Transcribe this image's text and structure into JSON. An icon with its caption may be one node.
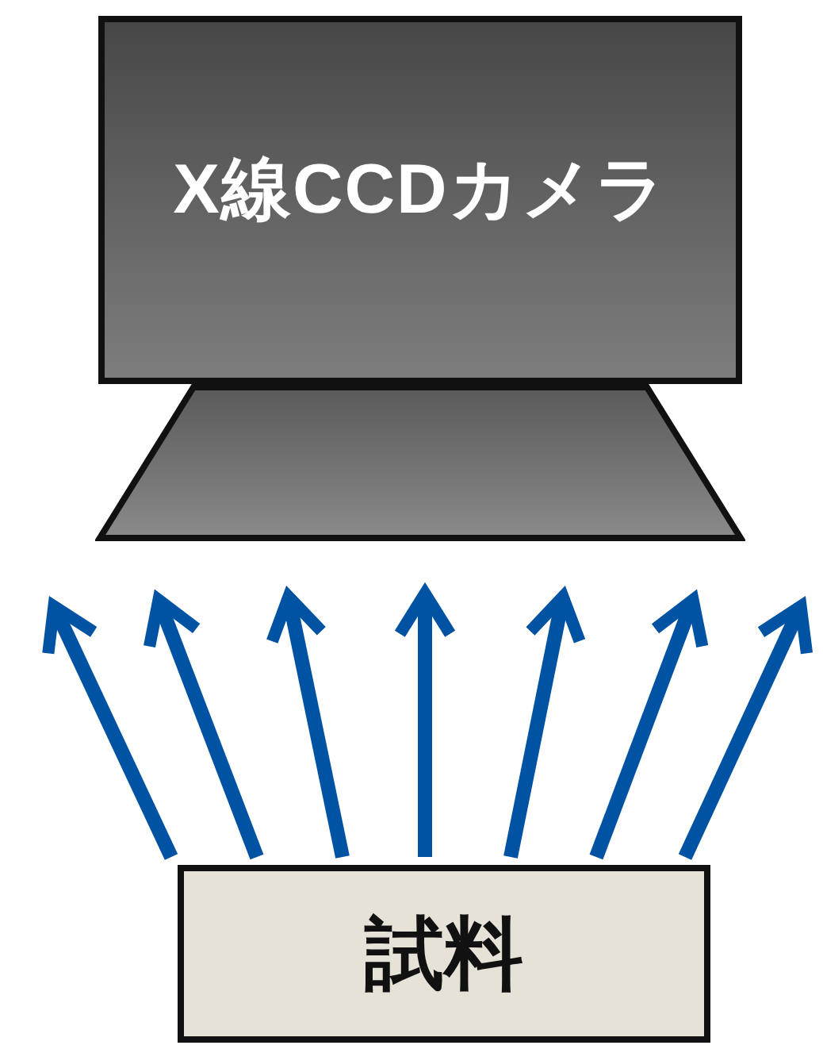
{
  "diagram": {
    "nodes": [
      {
        "text": [
          "X線CCDカメラ"
        ]
      },
      {
        "text": [],
        "shape": "trapezoid"
      },
      {
        "text": [
          "試料"
        ]
      }
    ],
    "edges": [
      {
        "from": 2,
        "to": 1,
        "arrow": "to"
      },
      {
        "from": 2,
        "to": 1,
        "arrow": "to"
      },
      {
        "from": 2,
        "to": 1,
        "arrow": "to"
      },
      {
        "from": 2,
        "to": 1,
        "arrow": "to"
      },
      {
        "from": 2,
        "to": 1,
        "arrow": "to"
      },
      {
        "from": 2,
        "to": 1,
        "arrow": "to"
      },
      {
        "from": 2,
        "to": 1,
        "arrow": "to"
      }
    ]
  }
}
